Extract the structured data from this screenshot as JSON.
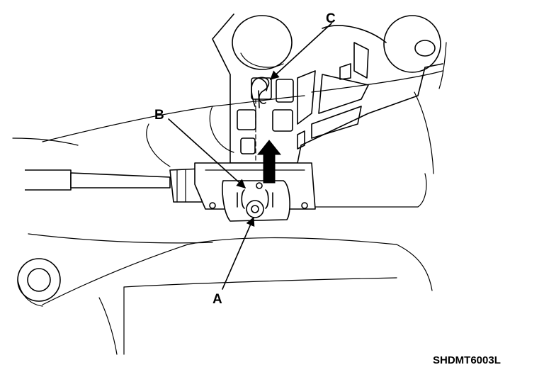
{
  "diagram": {
    "labels": {
      "a": "A",
      "b": "B",
      "c": "C"
    },
    "code": "SHDMT6003L"
  }
}
